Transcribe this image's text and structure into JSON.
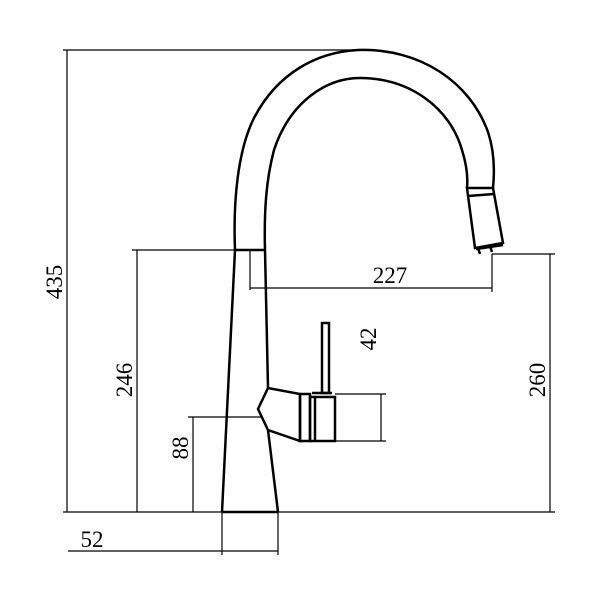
{
  "dimensions": {
    "overall_height": "435",
    "base_to_outlet": "246",
    "base_to_lever": "88",
    "reach": "227",
    "lever_height": "42",
    "spout_outlet_height": "260",
    "base_width": "52"
  },
  "colors": {
    "line": "#000000",
    "background": "#ffffff"
  }
}
